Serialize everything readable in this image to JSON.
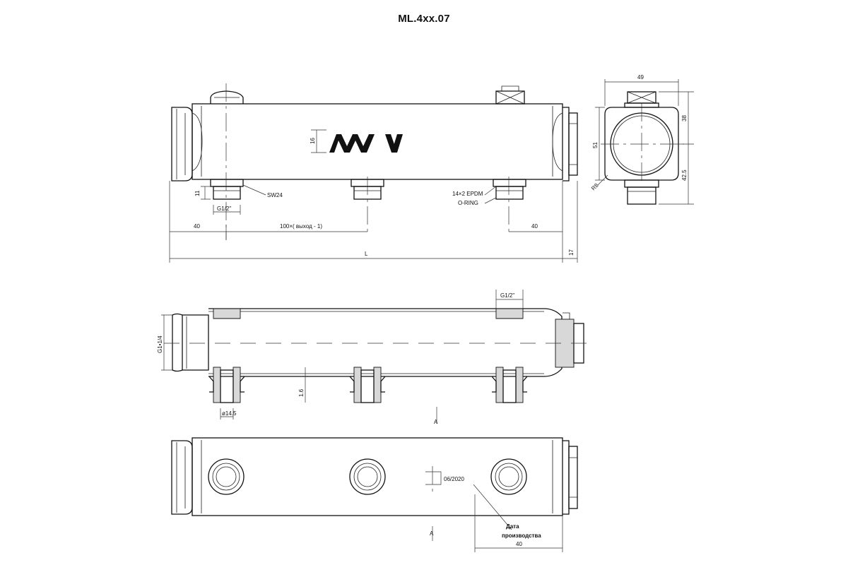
{
  "title": "ML.4xx.07",
  "front": {
    "seal_label": "SW24",
    "oring_label_1": "14×2 EPDM",
    "oring_label_2": "O-RING",
    "thread_label": "G1/2\"",
    "dim_left": "40",
    "dim_pitch": "100×( выход - 1)",
    "dim_right": "40",
    "dim_length": "L",
    "dim_end": "17",
    "dim_thread_h": "11",
    "dim_logo_h": "16"
  },
  "side": {
    "dim_width": "49",
    "dim_height": "51",
    "dim_top": "38",
    "dim_bottom": "42.5",
    "dim_radius": "R8"
  },
  "section": {
    "thread_label": "G1/2\"",
    "bore_label": "ø14.5",
    "wall_label": "1.6",
    "pipe_label": "G1•1/4",
    "section_mark": "A"
  },
  "bottom": {
    "date_code": "06/2020",
    "date_label_1": "Дата",
    "date_label_2": "производства",
    "dim_offset": "40",
    "section_mark": "A"
  },
  "brand": "MVI"
}
